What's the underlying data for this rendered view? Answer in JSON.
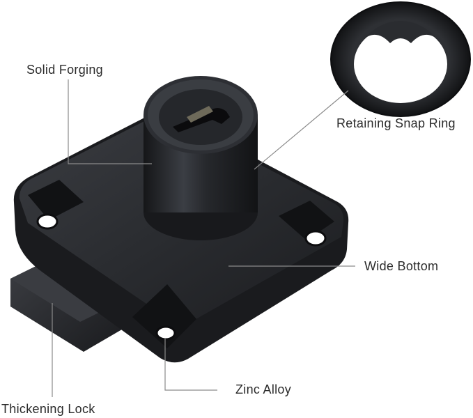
{
  "labels": {
    "solid_forging": "Solid Forging",
    "retaining_snap_ring": "Retaining Snap Ring",
    "wide_bottom": "Wide Bottom",
    "zinc_alloy": "Zinc Alloy",
    "thickening_lock": "Thickening Lock"
  },
  "colors": {
    "metal_dark": "#1b1c1f",
    "metal_mid": "#2c2e32",
    "metal_light": "#4a4d53",
    "leader_line": "#8a8a8a",
    "text": "#2b2b2b"
  }
}
